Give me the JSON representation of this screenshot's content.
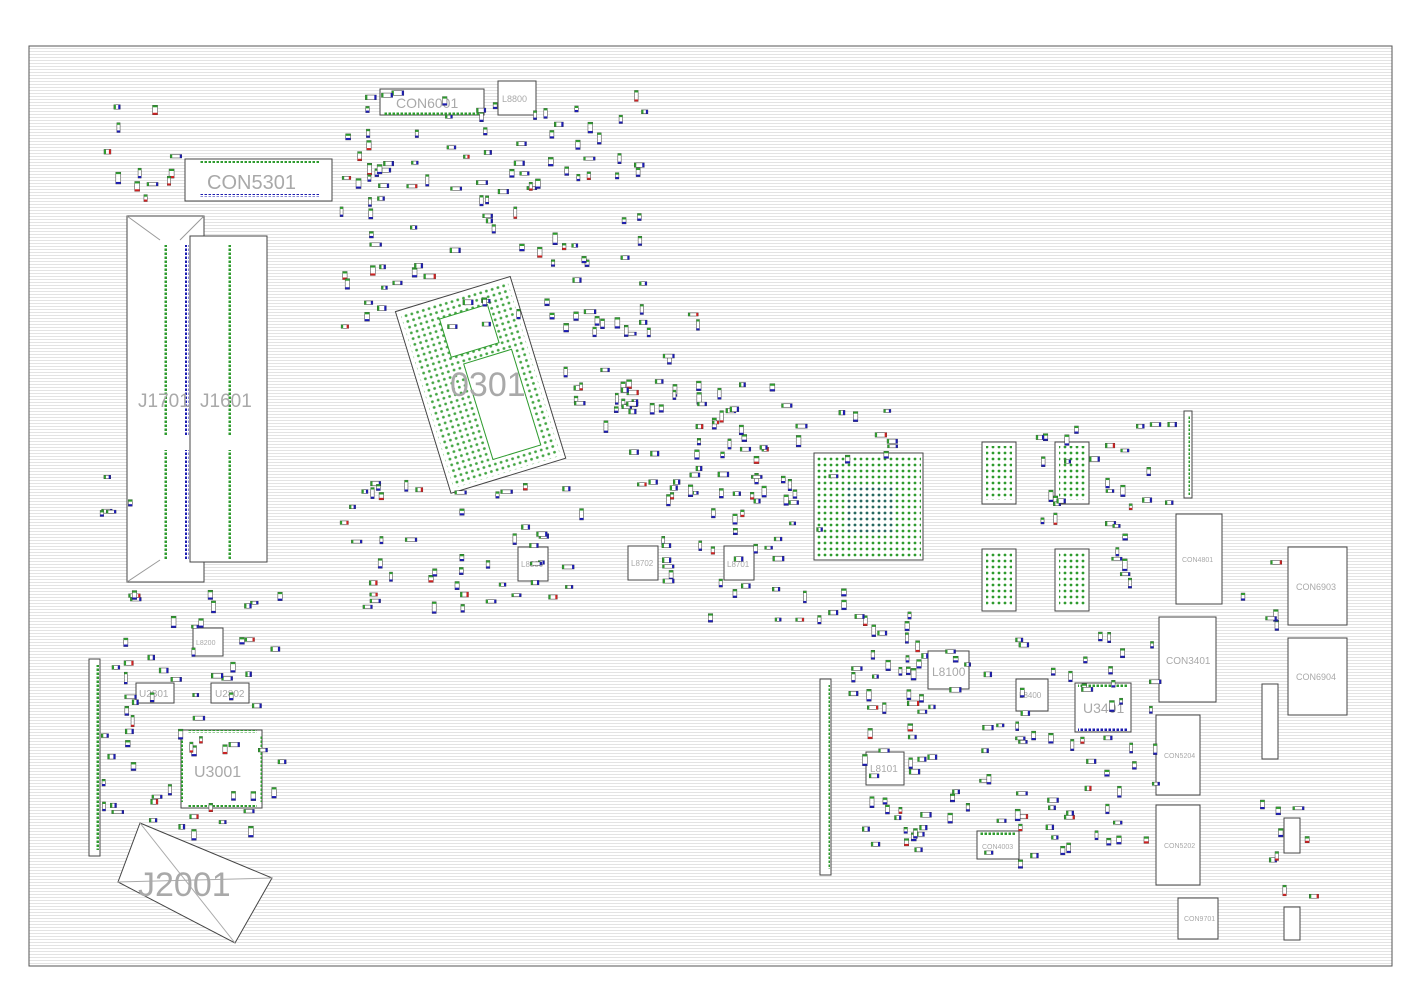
{
  "colors": {
    "outline": "#555555",
    "hatch": "#d9d9d9",
    "pad_green": "#2e9b2e",
    "pad_blue": "#1c1cb0",
    "pad_red": "#cc2222",
    "label": "#a9a9a9"
  },
  "labels": {
    "j1701": "J1701",
    "j1601": "J1601",
    "con5301": "CON5301",
    "con6001": "CON6001",
    "u0301": "0301",
    "u3001": "U3001",
    "u2801": "U2801",
    "u2802": "U2802",
    "j2001": "J2001",
    "u3401": "U3401",
    "l8100": "L8100",
    "l8101": "L8101",
    "l8800": "L8800",
    "l8300": "L8300",
    "l8700": "L8702",
    "l8701": "L8701",
    "l8200": "L8200",
    "l8400": "L8400",
    "con3401": "CON3401",
    "con6903": "CON6903",
    "con6904": "CON6904",
    "con4801": "CON4801",
    "con5204": "CON5204",
    "con5202": "CON5202",
    "con4003": "CON4003",
    "con9701": "CON9701"
  }
}
